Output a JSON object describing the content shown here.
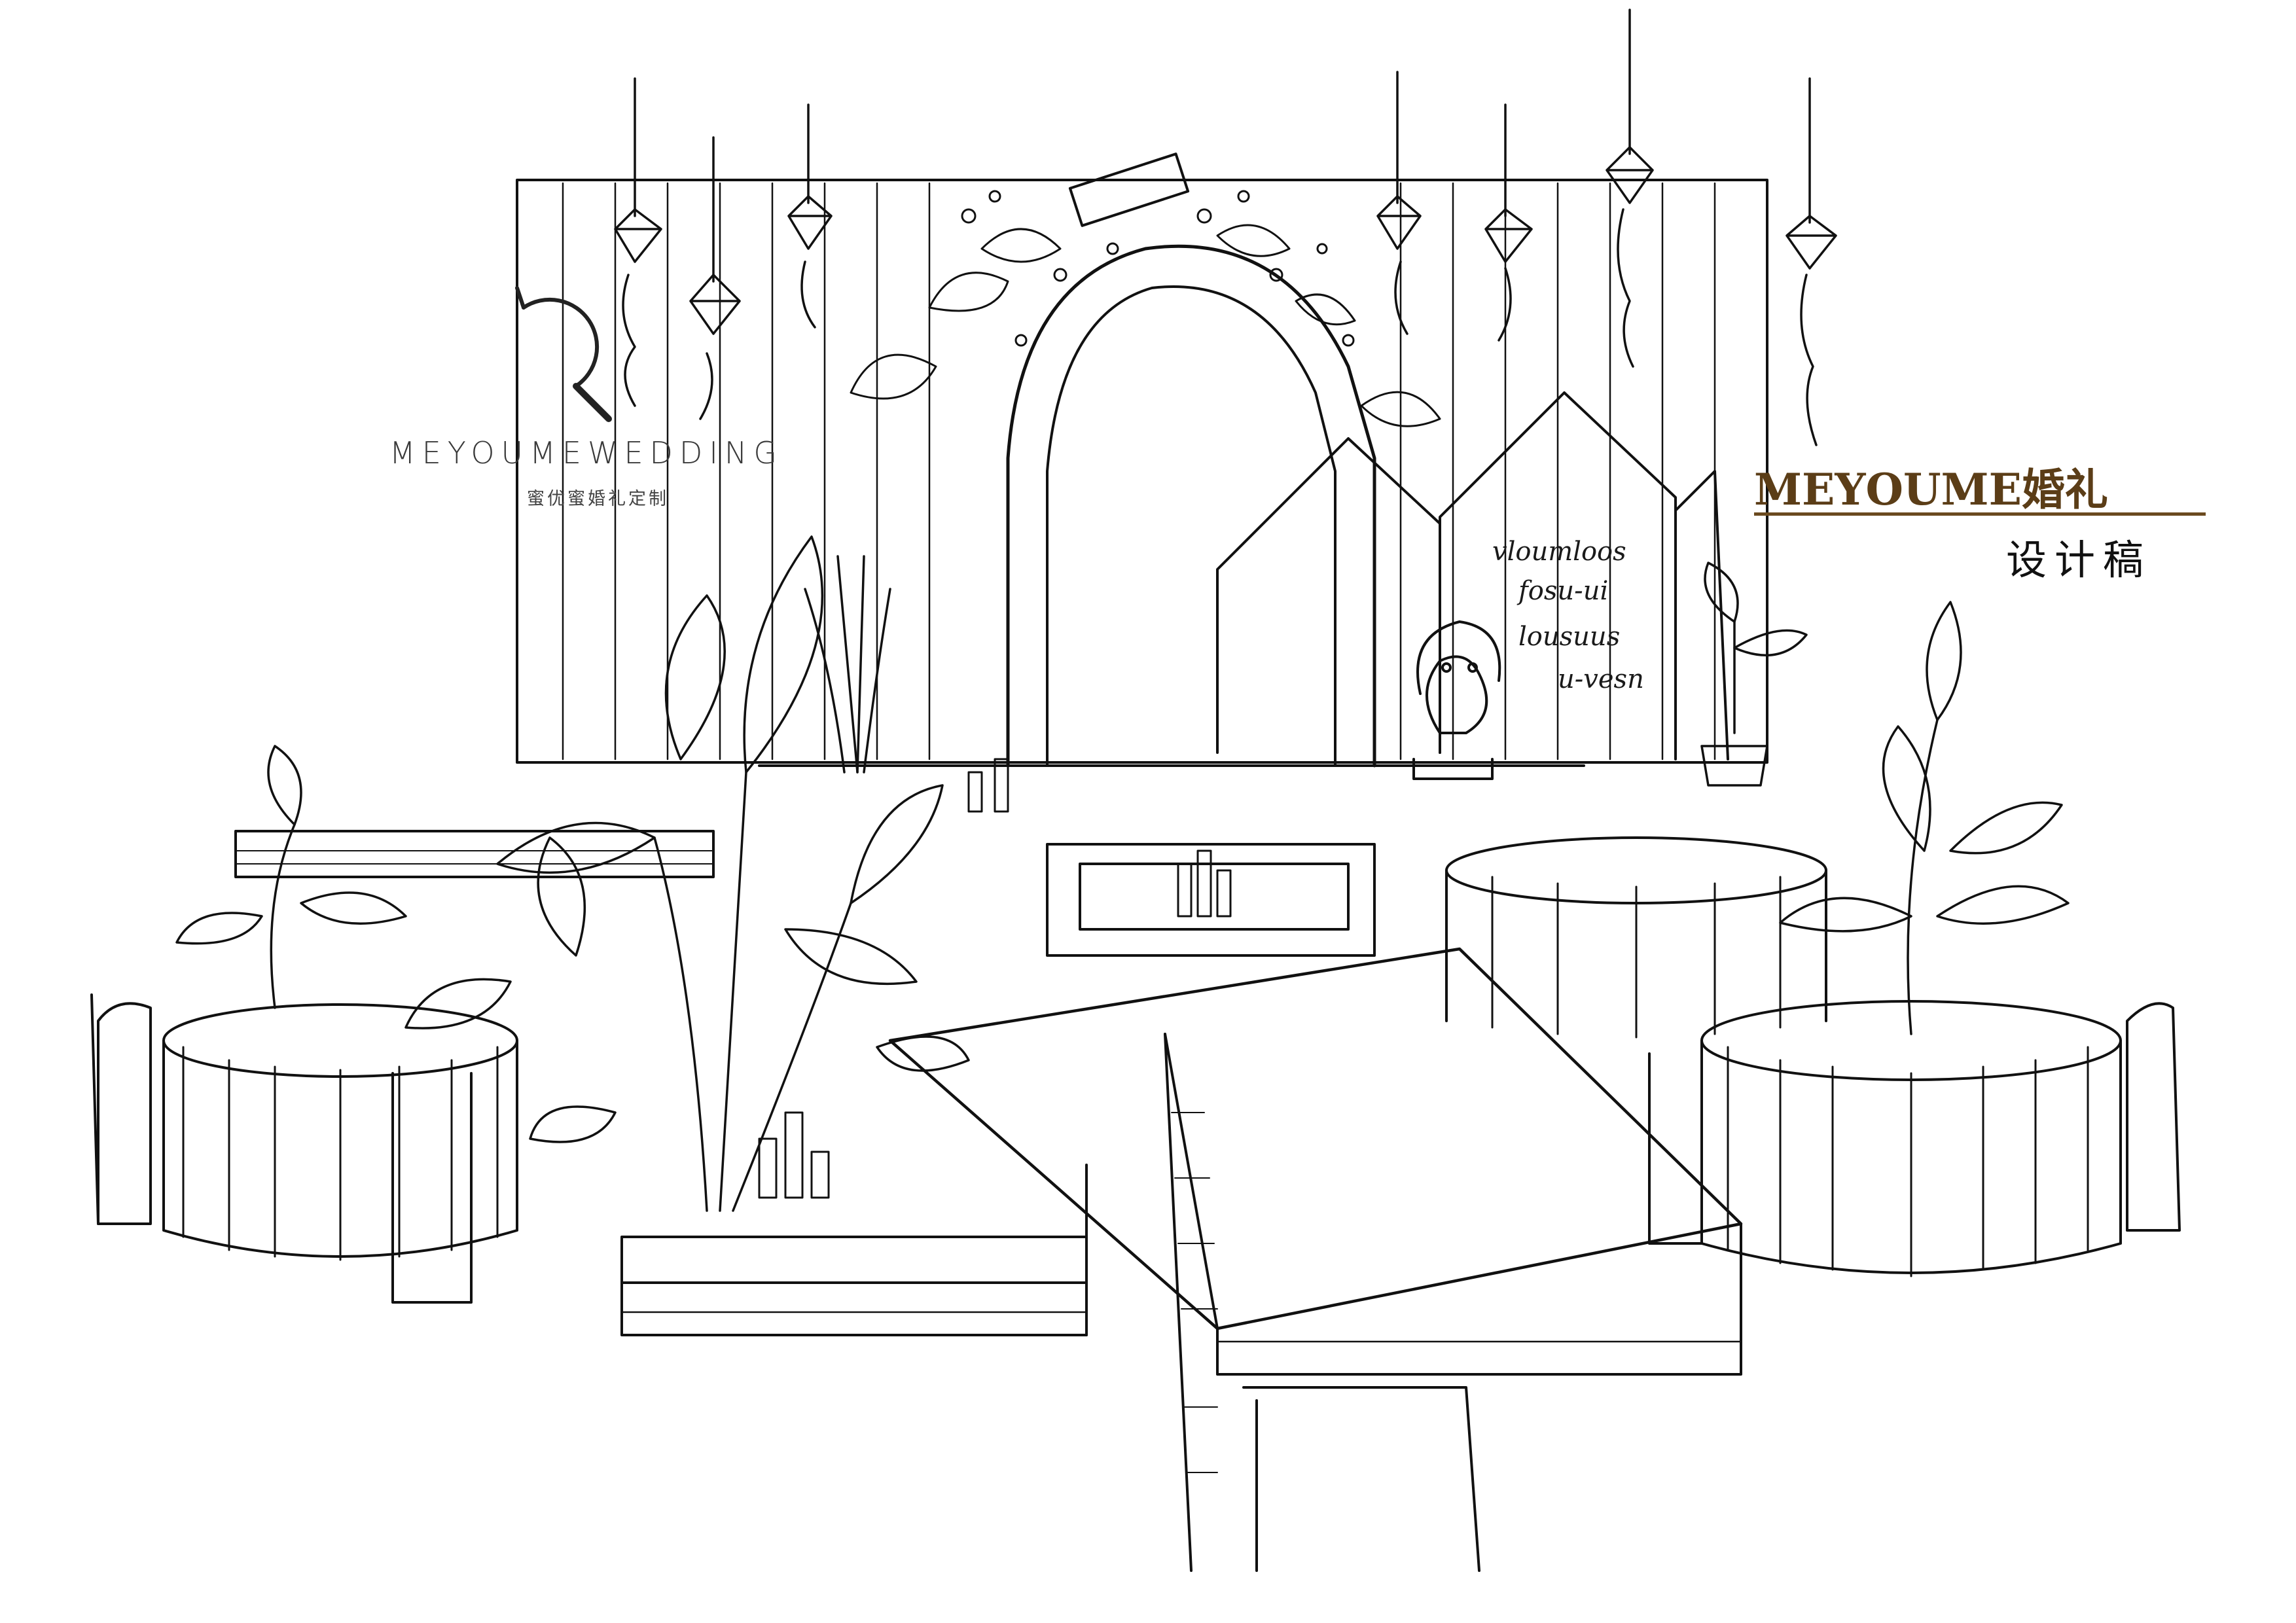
{
  "brand": {
    "latin_name": "MEYOUMEWEDDING",
    "chinese_name": "蜜优蜜婚礼定制",
    "logo_icon": "magnifier-ring-logo-icon"
  },
  "title": {
    "main": "MEYOUME婚礼",
    "subtitle": "设计稿"
  },
  "sketch": {
    "wall_script_lines": [
      "vloumloos",
      "fosu-ui",
      "lousuus",
      "u-vesn"
    ],
    "style": "pen-and-ink wedding stage design sketch"
  },
  "colors": {
    "ink": "#111111",
    "brand_brown": "#5b3d17",
    "paper": "#ffffff"
  }
}
